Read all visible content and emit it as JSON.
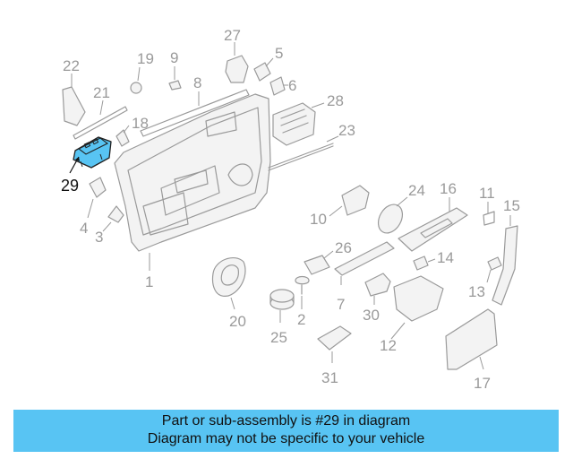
{
  "colors": {
    "highlight": "#58c4f3",
    "line": "#9a9a9a",
    "label": "#9a9a9a",
    "selected_label": "#111111"
  },
  "callouts": {
    "c1": "1",
    "c2": "2",
    "c3": "3",
    "c4": "4",
    "c5": "5",
    "c6": "6",
    "c7": "7",
    "c8": "8",
    "c9": "9",
    "c10": "10",
    "c11": "11",
    "c12": "12",
    "c13": "13",
    "c14": "14",
    "c15": "15",
    "c16": "16",
    "c17": "17",
    "c18": "18",
    "c19": "19",
    "c20": "20",
    "c21": "21",
    "c22": "22",
    "c23": "23",
    "c24": "24",
    "c25": "25",
    "c26": "26",
    "c27": "27",
    "c28": "28",
    "c29": "29",
    "c30": "30",
    "c31": "31"
  },
  "selected_part": "29",
  "banner": {
    "line1": "Part or sub-assembly is #29 in diagram",
    "line2": "Diagram may not be specific to your vehicle"
  }
}
